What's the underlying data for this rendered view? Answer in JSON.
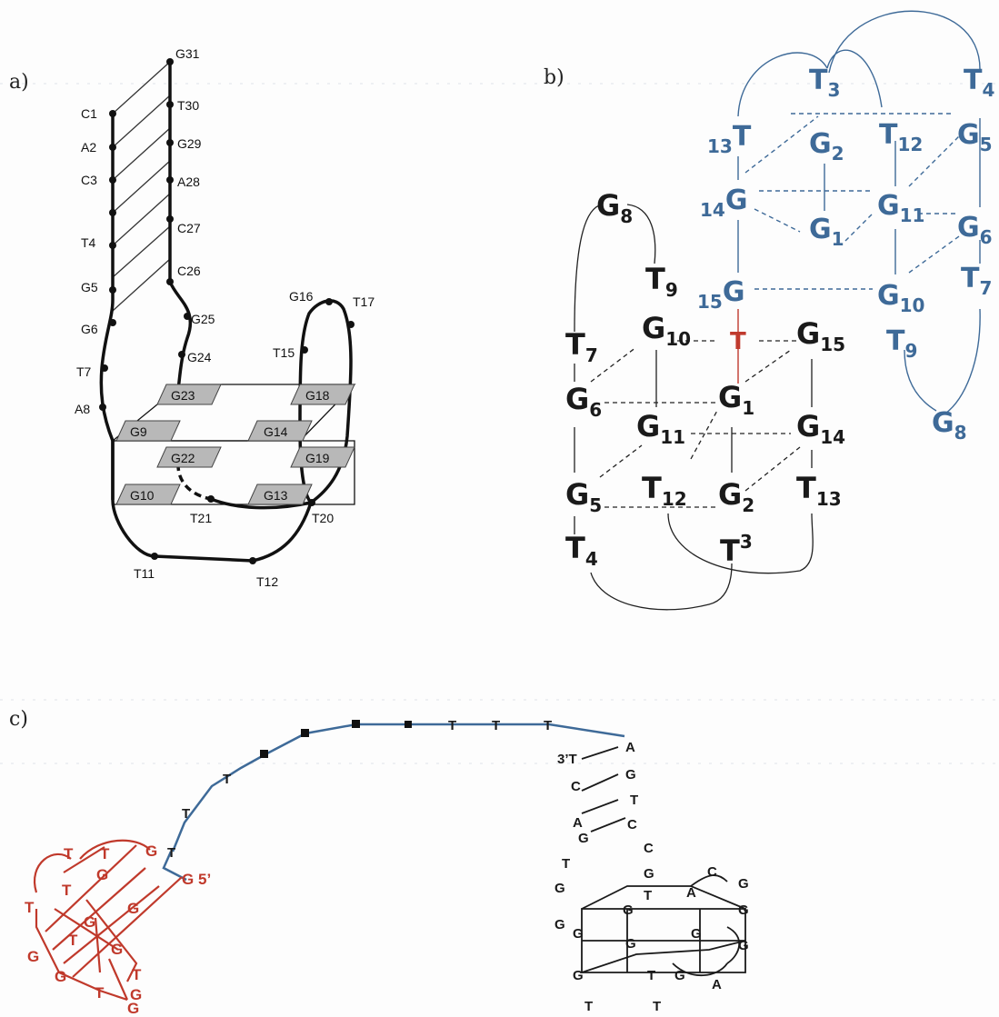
{
  "panels": {
    "a": {
      "label": "a)",
      "strand_left": [
        "C1",
        "A2",
        "C3",
        "T4",
        "G5",
        "G6",
        "T7",
        "A8"
      ],
      "strand_right": [
        "G31",
        "T30",
        "G29",
        "A28",
        "C27",
        "C26",
        "G25",
        "G24"
      ],
      "loop_labels": [
        "G16",
        "T17",
        "T15",
        "T21",
        "T20",
        "T11",
        "T12"
      ],
      "tetrad_top": [
        "G23",
        "G18"
      ],
      "tetrad_mid_top": [
        "G9",
        "G14"
      ],
      "tetrad_mid_bot": [
        "G22",
        "G19"
      ],
      "tetrad_bottom": [
        "G10",
        "G13"
      ]
    },
    "b": {
      "label": "b)",
      "blue_nodes": [
        {
          "base": "T",
          "sub": "3"
        },
        {
          "base": "T",
          "sub": "4"
        },
        {
          "base": "T",
          "pre": "13"
        },
        {
          "base": "G",
          "sub": "2"
        },
        {
          "base": "T",
          "sub": "12"
        },
        {
          "base": "G",
          "sub": "5"
        },
        {
          "base": "G",
          "pre": "14"
        },
        {
          "base": "G",
          "sub": "11"
        },
        {
          "base": "G",
          "sub": "1"
        },
        {
          "base": "G",
          "sub": "6"
        },
        {
          "base": "G",
          "pre": "15"
        },
        {
          "base": "G",
          "sub": "10"
        },
        {
          "base": "T",
          "sub": "7"
        },
        {
          "base": "T",
          "sub": "9"
        },
        {
          "base": "G",
          "sub": "8"
        }
      ],
      "black_nodes": [
        {
          "base": "G",
          "sub": "8"
        },
        {
          "base": "T",
          "sub": "9"
        },
        {
          "base": "T",
          "sub": "7"
        },
        {
          "base": "G",
          "sub": "10"
        },
        {
          "base": "G",
          "sub": "15"
        },
        {
          "base": "G",
          "sub": "6"
        },
        {
          "base": "G",
          "sub": "1"
        },
        {
          "base": "G",
          "sub": "11"
        },
        {
          "base": "G",
          "sub": "14"
        },
        {
          "base": "G",
          "sub": "5"
        },
        {
          "base": "T",
          "sub": "12"
        },
        {
          "base": "G",
          "sub": "2"
        },
        {
          "base": "T",
          "sub": "13"
        },
        {
          "base": "T",
          "sub": "4"
        },
        {
          "base": "T",
          "sup": "3"
        }
      ],
      "linker": "T"
    },
    "c": {
      "label": "c)",
      "linker_letters": [
        "T",
        "T",
        "T",
        "T",
        "T",
        "T"
      ],
      "red_letters": [
        "T",
        "T",
        "G",
        "G",
        "T",
        "G",
        "T",
        "G",
        "G",
        "T",
        "G",
        "G",
        "G",
        "T",
        "T",
        "G",
        "G"
      ],
      "red_five_prime": "5’",
      "black_three_prime": "3’T",
      "black_letters": [
        "A",
        "G",
        "C",
        "T",
        "A",
        "C",
        "G",
        "C",
        "T",
        "G",
        "G",
        "T",
        "C",
        "G",
        "A",
        "G",
        "G",
        "G",
        "G",
        "G",
        "G",
        "G",
        "G",
        "T",
        "G",
        "A",
        "T",
        "T"
      ]
    }
  }
}
